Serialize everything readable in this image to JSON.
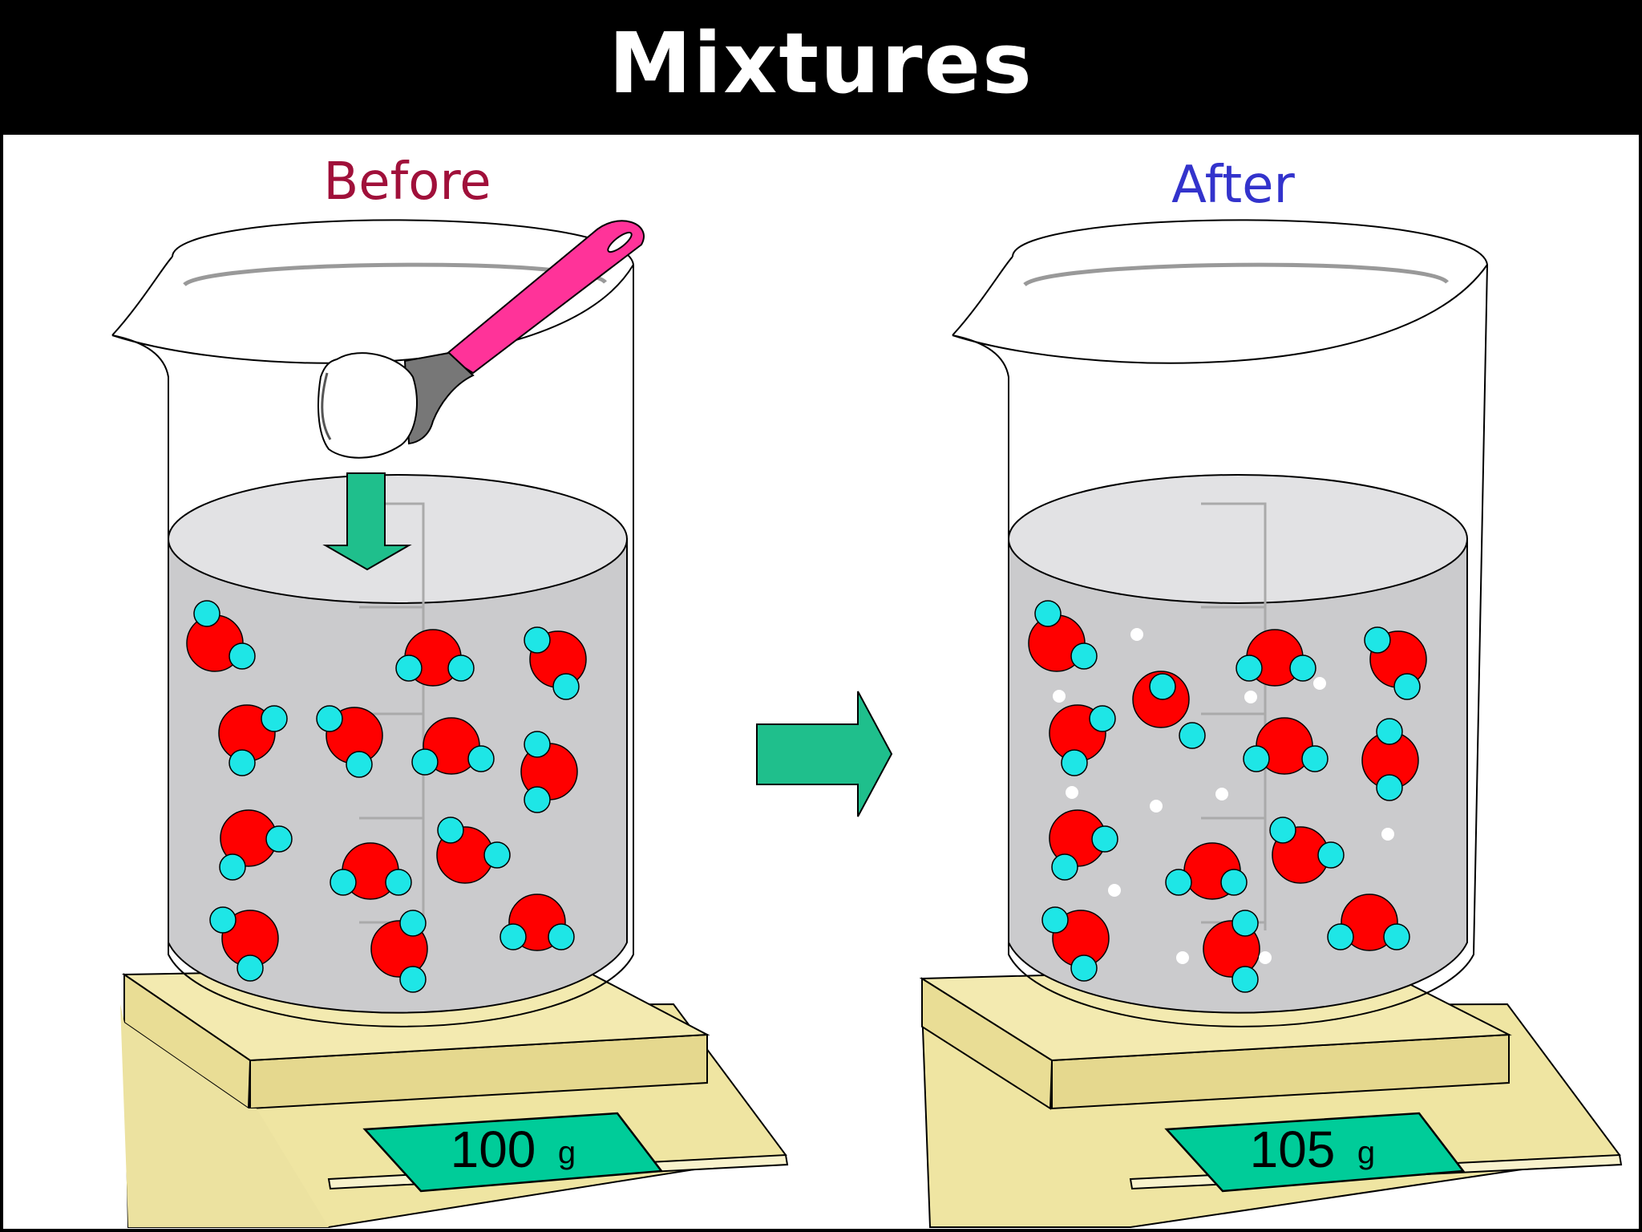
{
  "title": "Mixtures",
  "panels": {
    "before": {
      "label": "Before",
      "scale_value": "100",
      "scale_unit": "g",
      "label_color": "#a0103a"
    },
    "after": {
      "label": "After",
      "scale_value": "105",
      "scale_unit": "g",
      "label_color": "#3333cc"
    }
  },
  "colors": {
    "water_fill": "#cbcbcd",
    "water_top": "#e2e2e4",
    "oxygen": "#ff0000",
    "hydrogen": "#1ee6e6",
    "arrow": "#1fbf8c",
    "scale_body": "#f1e8a8",
    "scale_display": "#00cc99",
    "spoon_handle": "#ff3399",
    "spoon_bowl": "#777777",
    "dissolved_particle": "#ffffff"
  },
  "icons": [
    "beaker-icon",
    "spoon-icon",
    "scale-icon",
    "down-arrow-icon",
    "right-arrow-icon",
    "water-molecule-icon"
  ]
}
